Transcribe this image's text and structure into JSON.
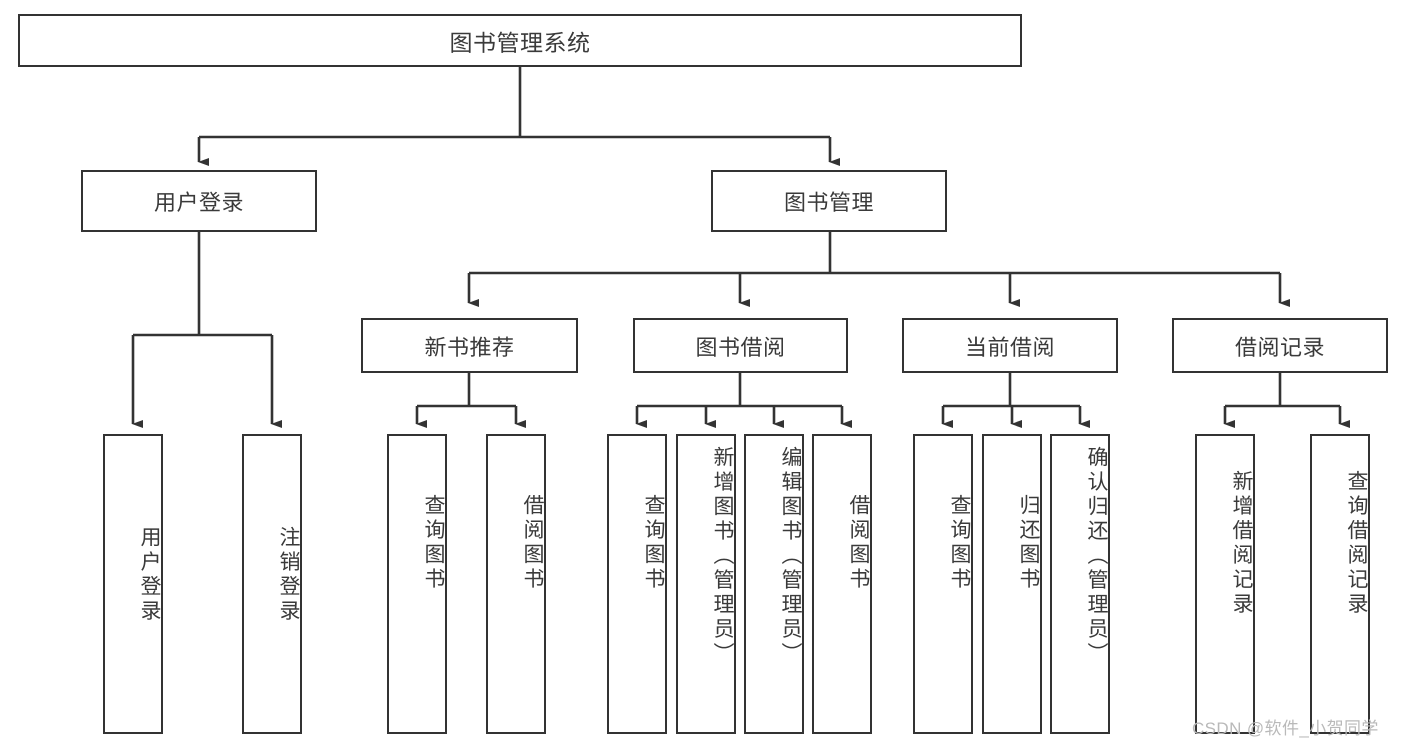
{
  "diagram": {
    "type": "tree",
    "title": "图书管理系统",
    "orientation": "top-down",
    "line_color": "#333333",
    "box_fill": "#ffffff",
    "text_color": "#3a3a3a",
    "root": {
      "label": "图书管理系统"
    },
    "level2": [
      {
        "label": "用户登录"
      },
      {
        "label": "图书管理"
      }
    ],
    "level3": [
      {
        "label": "新书推荐"
      },
      {
        "label": "图书借阅"
      },
      {
        "label": "当前借阅"
      },
      {
        "label": "借阅记录"
      }
    ],
    "leaves": {
      "user_login": [
        {
          "label": "用户登录"
        },
        {
          "label": "注销登录"
        }
      ],
      "new_book_recommend": [
        {
          "label": "查询图书"
        },
        {
          "label": "借阅图书"
        }
      ],
      "book_borrow": [
        {
          "label": "查询图书"
        },
        {
          "label": "新增图书（管理员）"
        },
        {
          "label": "编辑图书（管理员）"
        },
        {
          "label": "借阅图书"
        }
      ],
      "current_borrow": [
        {
          "label": "查询图书"
        },
        {
          "label": "归还图书"
        },
        {
          "label": "确认归还（管理员）"
        }
      ],
      "borrow_record": [
        {
          "label": "新增借阅记录"
        },
        {
          "label": "查询借阅记录"
        }
      ]
    }
  },
  "watermark": {
    "text": "CSDN @软件_小贺同学"
  }
}
